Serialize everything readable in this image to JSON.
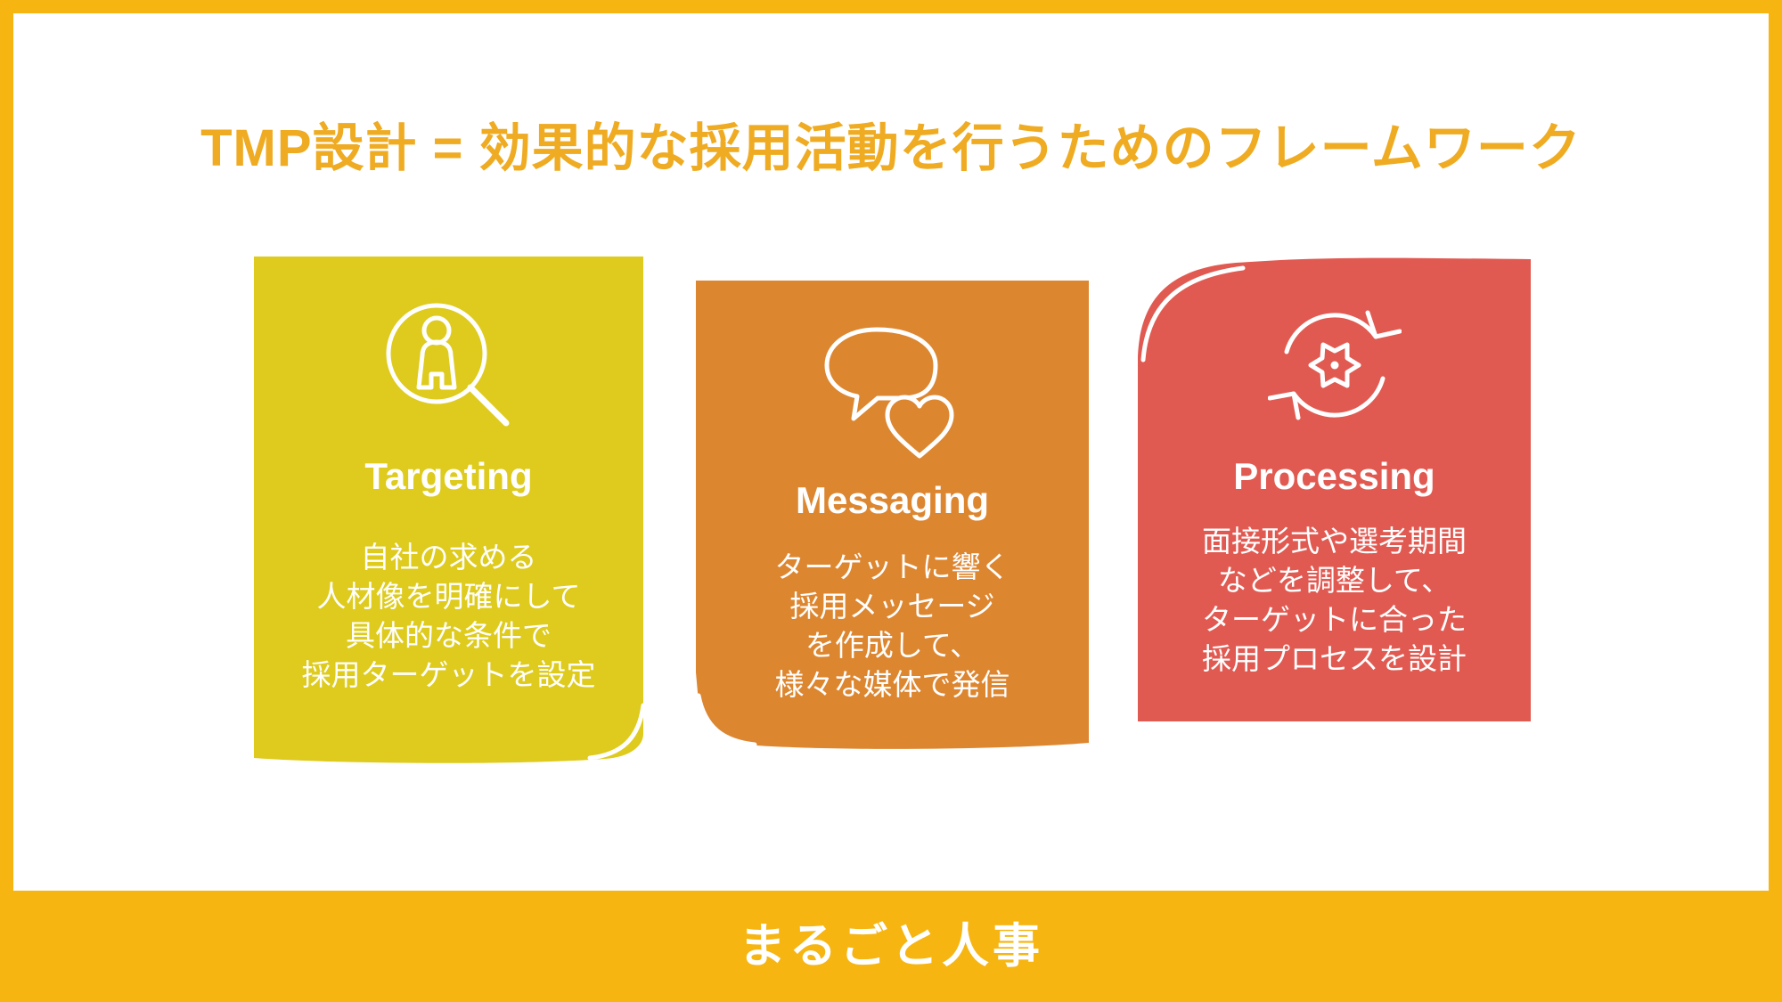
{
  "title": "TMP設計 = 効果的な採用活動を行うためのフレームワーク",
  "colors": {
    "frame": "#F6B511",
    "title_text": "#EFAB22",
    "card_targeting": "#DECB1D",
    "card_messaging": "#DD8630",
    "card_processing": "#E15A52",
    "card_text": "#FFFFFF"
  },
  "cards": [
    {
      "heading": "Targeting",
      "icon": "person-search-icon",
      "body": [
        "自社の求める",
        "人材像を明確にして",
        "具体的な条件で",
        "採用ターゲットを設定"
      ]
    },
    {
      "heading": "Messaging",
      "icon": "speech-bubble-heart-icon",
      "body": [
        "ターゲットに響く",
        "採用メッセージ",
        "を作成して、",
        "様々な媒体で発信"
      ]
    },
    {
      "heading": "Processing",
      "icon": "sync-gear-icon",
      "body": [
        "面接形式や選考期間",
        "などを調整して、",
        "ターゲットに合った",
        "採用プロセスを設計"
      ]
    }
  ],
  "footer": {
    "brand": "まるごと人事"
  }
}
